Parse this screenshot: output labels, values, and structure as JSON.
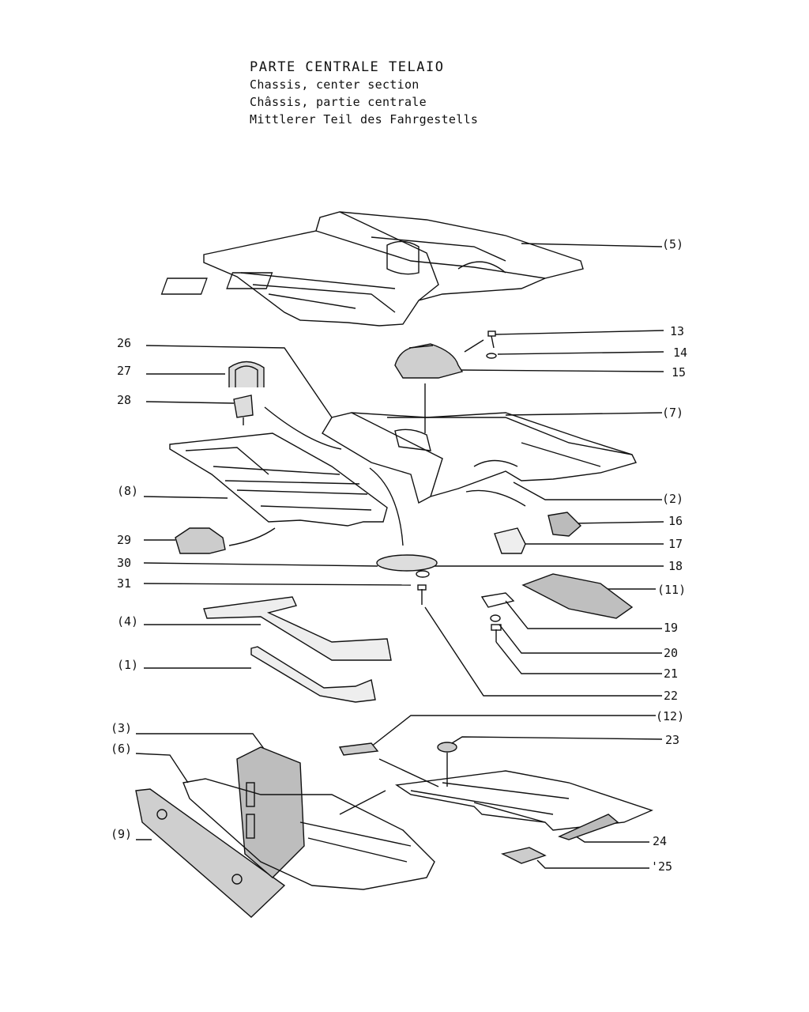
{
  "title": {
    "it": "PARTE CENTRALE TELAIO",
    "en": "Chassis, center section",
    "fr": "Châssis, partie centrale",
    "de": "Mittlerer Teil des Fahrgestells"
  },
  "callouts": {
    "c5": "(5)",
    "c13": "13",
    "c14": "14",
    "c15": "15",
    "c26": "26",
    "c27": "27",
    "c28": "28",
    "c7": "(7)",
    "c8": "(8)",
    "c2": "(2)",
    "c16": "16",
    "c29": "29",
    "c17": "17",
    "c30": "30",
    "c18": "18",
    "c31": "31",
    "c11": "(11)",
    "c4": "(4)",
    "c19": "19",
    "c20": "20",
    "c1": "(1)",
    "c21": "21",
    "c22": "22",
    "c12": "(12)",
    "c3": "(3)",
    "c23": "23",
    "c6": "(6)",
    "c9": "(9)",
    "c24": "24",
    "c25": "'25"
  }
}
